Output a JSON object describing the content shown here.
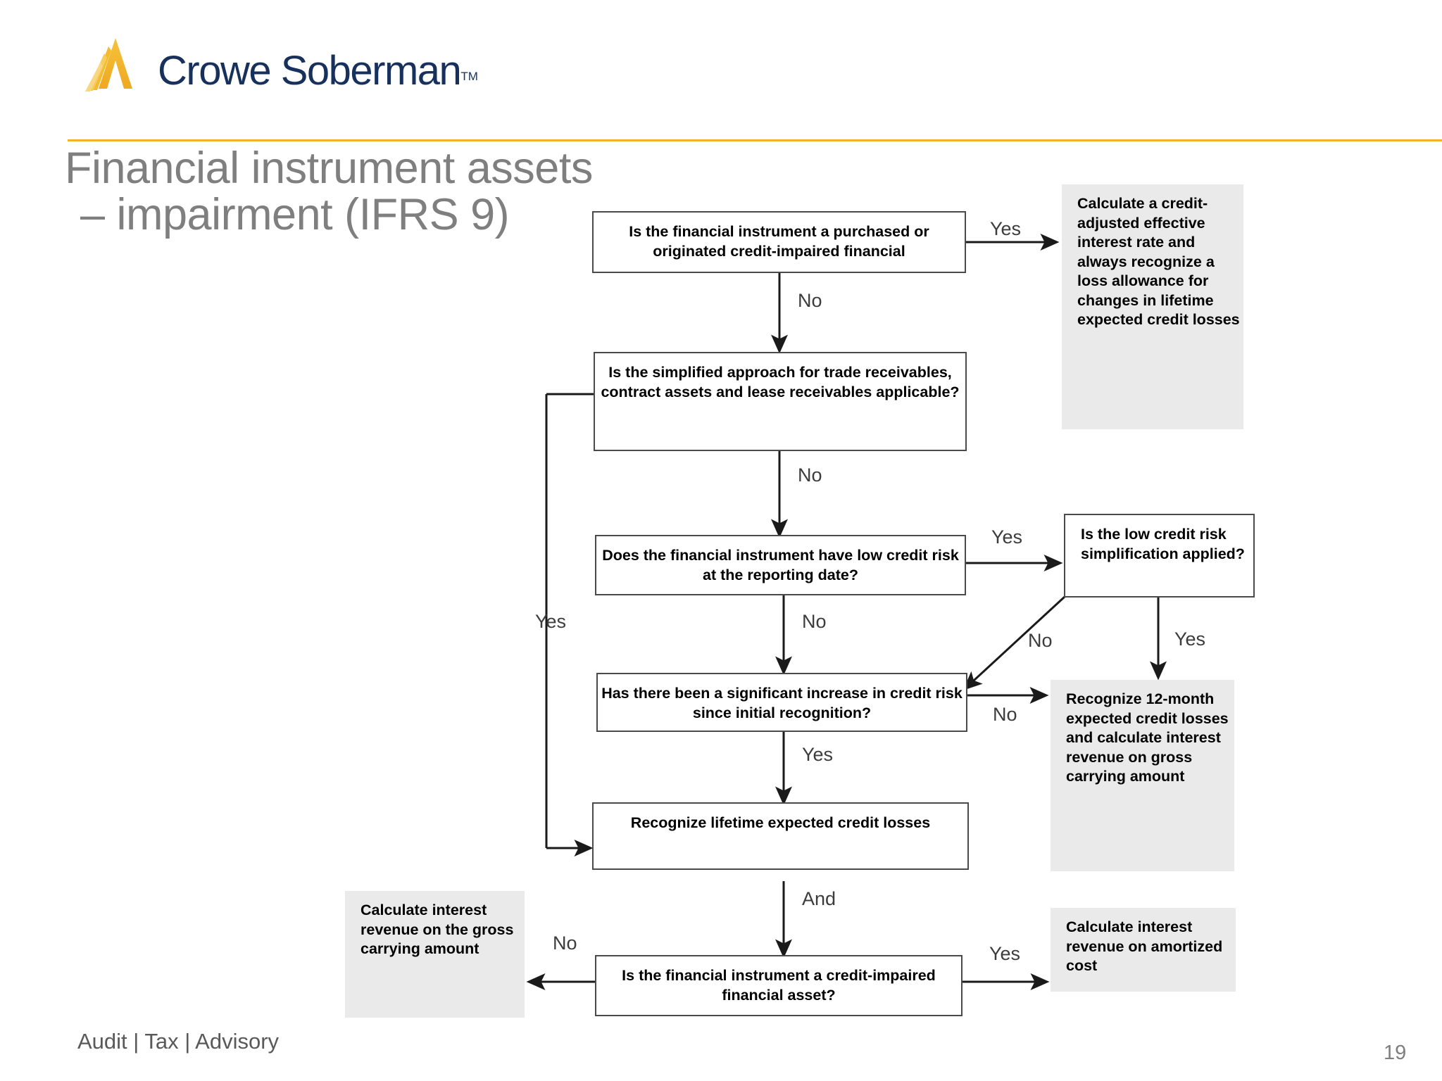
{
  "brand": {
    "name": "Crowe Soberman",
    "trademark": "TM",
    "logo_icon": "crowe-chevron-logo",
    "accent_color": "#f0b323",
    "wordmark_color": "#17315c"
  },
  "title": {
    "line1": "Financial instrument assets",
    "line2": "– impairment (IFRS 9)"
  },
  "footer": {
    "services": "Audit | Tax | Advisory",
    "page_number": "19"
  },
  "chart_data": {
    "type": "diagram",
    "title": "Financial instrument assets – impairment (IFRS 9)",
    "diagram_kind": "flowchart",
    "nodes": [
      {
        "id": "q1",
        "kind": "decision",
        "style": "outlined",
        "text": "Is the financial instrument a purchased or originated credit-impaired financial"
      },
      {
        "id": "out1",
        "kind": "outcome",
        "style": "shaded",
        "text": "Calculate a credit-adjusted effective interest rate and always recognize a loss allowance for changes in lifetime expected credit losses"
      },
      {
        "id": "q2",
        "kind": "decision",
        "style": "outlined",
        "text": "Is the simplified approach for trade receivables, contract assets and lease receivables applicable?"
      },
      {
        "id": "q3",
        "kind": "decision",
        "style": "outlined",
        "text": "Does the financial instrument have low credit risk at the reporting date?"
      },
      {
        "id": "q4",
        "kind": "decision",
        "style": "outlined",
        "text": "Is the low credit risk simplification applied?"
      },
      {
        "id": "q5",
        "kind": "decision",
        "style": "outlined",
        "text": "Has there been a significant increase in credit risk since initial recognition?"
      },
      {
        "id": "out2",
        "kind": "outcome",
        "style": "shaded",
        "text": "Recognize 12-month expected credit losses and calculate interest revenue on gross carrying amount"
      },
      {
        "id": "p1",
        "kind": "process",
        "style": "outlined",
        "text": "Recognize lifetime expected credit losses"
      },
      {
        "id": "q6",
        "kind": "decision",
        "style": "outlined",
        "text": "Is the financial instrument a credit-impaired financial asset?"
      },
      {
        "id": "out3",
        "kind": "outcome",
        "style": "shaded",
        "text": "Calculate interest revenue on the gross carrying amount"
      },
      {
        "id": "out4",
        "kind": "outcome",
        "style": "shaded",
        "text": "Calculate interest revenue on amortized cost"
      }
    ],
    "edges": [
      {
        "from": "q1",
        "to": "out1",
        "label": "Yes"
      },
      {
        "from": "q1",
        "to": "q2",
        "label": "No"
      },
      {
        "from": "q2",
        "to": "p1",
        "label": "Yes"
      },
      {
        "from": "q2",
        "to": "q3",
        "label": "No"
      },
      {
        "from": "q3",
        "to": "q4",
        "label": "Yes"
      },
      {
        "from": "q3",
        "to": "q5",
        "label": "No"
      },
      {
        "from": "q4",
        "to": "q5",
        "label": "No"
      },
      {
        "from": "q4",
        "to": "out2",
        "label": "Yes"
      },
      {
        "from": "q5",
        "to": "out2",
        "label": "No"
      },
      {
        "from": "q5",
        "to": "p1",
        "label": "Yes"
      },
      {
        "from": "p1",
        "to": "q6",
        "label": "And"
      },
      {
        "from": "q6",
        "to": "out3",
        "label": "No"
      },
      {
        "from": "q6",
        "to": "out4",
        "label": "Yes"
      }
    ],
    "edge_labels": {
      "q1_yes": "Yes",
      "q1_no": "No",
      "q2_yes": "Yes",
      "q2_no": "No",
      "q3_yes": "Yes",
      "q3_no": "No",
      "q4_no": "No",
      "q4_yes": "Yes",
      "q5_no": "No",
      "q5_yes": "Yes",
      "p1_and": "And",
      "q6_no": "No",
      "q6_yes": "Yes"
    },
    "colors": {
      "outlined_fill": "#ffffff",
      "outlined_stroke": "#4a4a4a",
      "shaded_fill": "#eaeaea",
      "text": "#000000",
      "label_text": "#3c3c3c"
    }
  }
}
